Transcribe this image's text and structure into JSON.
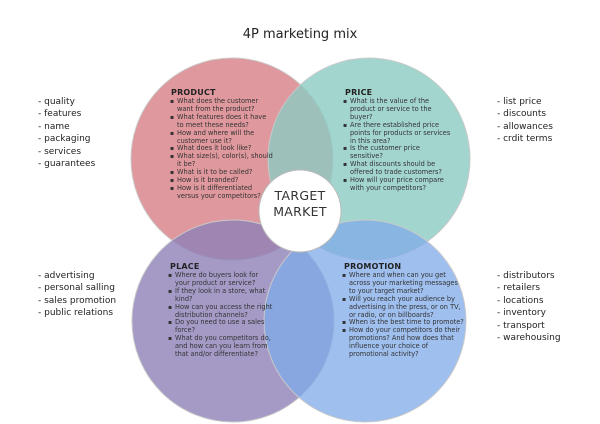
{
  "title": "4P marketing mix",
  "center": {
    "line1": "TARGET",
    "line2": "MARKET"
  },
  "colors": {
    "product": "#d9868c",
    "price": "#8ccbc3",
    "place": "#8f81b8",
    "promotion": "#7fa9e8"
  },
  "product": {
    "heading": "PRODUCT",
    "items": [
      "What does the customer want from the product?",
      "What features does it have to meet these needs?",
      "How and where will the customer use it?",
      "What does it look like?",
      "What size(s), color(s), should it be?",
      "What is it to be called?",
      "How is it branded?",
      "How is it differentiated versus your competitors?"
    ]
  },
  "price": {
    "heading": "PRICE",
    "items": [
      "What is the value of the product or service to the buyer?",
      "Are there established price points for products or services in this area?",
      "Is the customer price sensitive?",
      "What discounts should be offered to trade customers?",
      "How will your price compare with your competitors?"
    ]
  },
  "place": {
    "heading": "PLACE",
    "items": [
      "Where do buyers look for your product or service?",
      "If they look in a store, what kind?",
      "How can you access the right distribution channels?",
      "Do you need to use a sales force?",
      "What do you competitors do, and how can you learn from that and/or differentiate?"
    ]
  },
  "promotion": {
    "heading": "PROMOTION",
    "items": [
      "Where and when can you get across your marketing messages to your target market?",
      "Will you reach your audience by advertising in the press, or on TV, or radio, or on billboards?",
      "When is the best time to promote?",
      "How do your competitors do their promotions? And how does that influence your choice of promotional activity?"
    ]
  },
  "product_side": [
    "- quality",
    "- features",
    "- name",
    "- packaging",
    "- services",
    "- guarantees"
  ],
  "price_side": [
    "- list price",
    "- discounts",
    "- allowances",
    "- crdit terms"
  ],
  "place_side": [
    "- advertising",
    "- personal salling",
    "- sales promotion",
    "- public relations"
  ],
  "promotion_side": [
    "- distributors",
    "- retailers",
    "- locations",
    "- inventory",
    "- transport",
    "- warehousing"
  ]
}
